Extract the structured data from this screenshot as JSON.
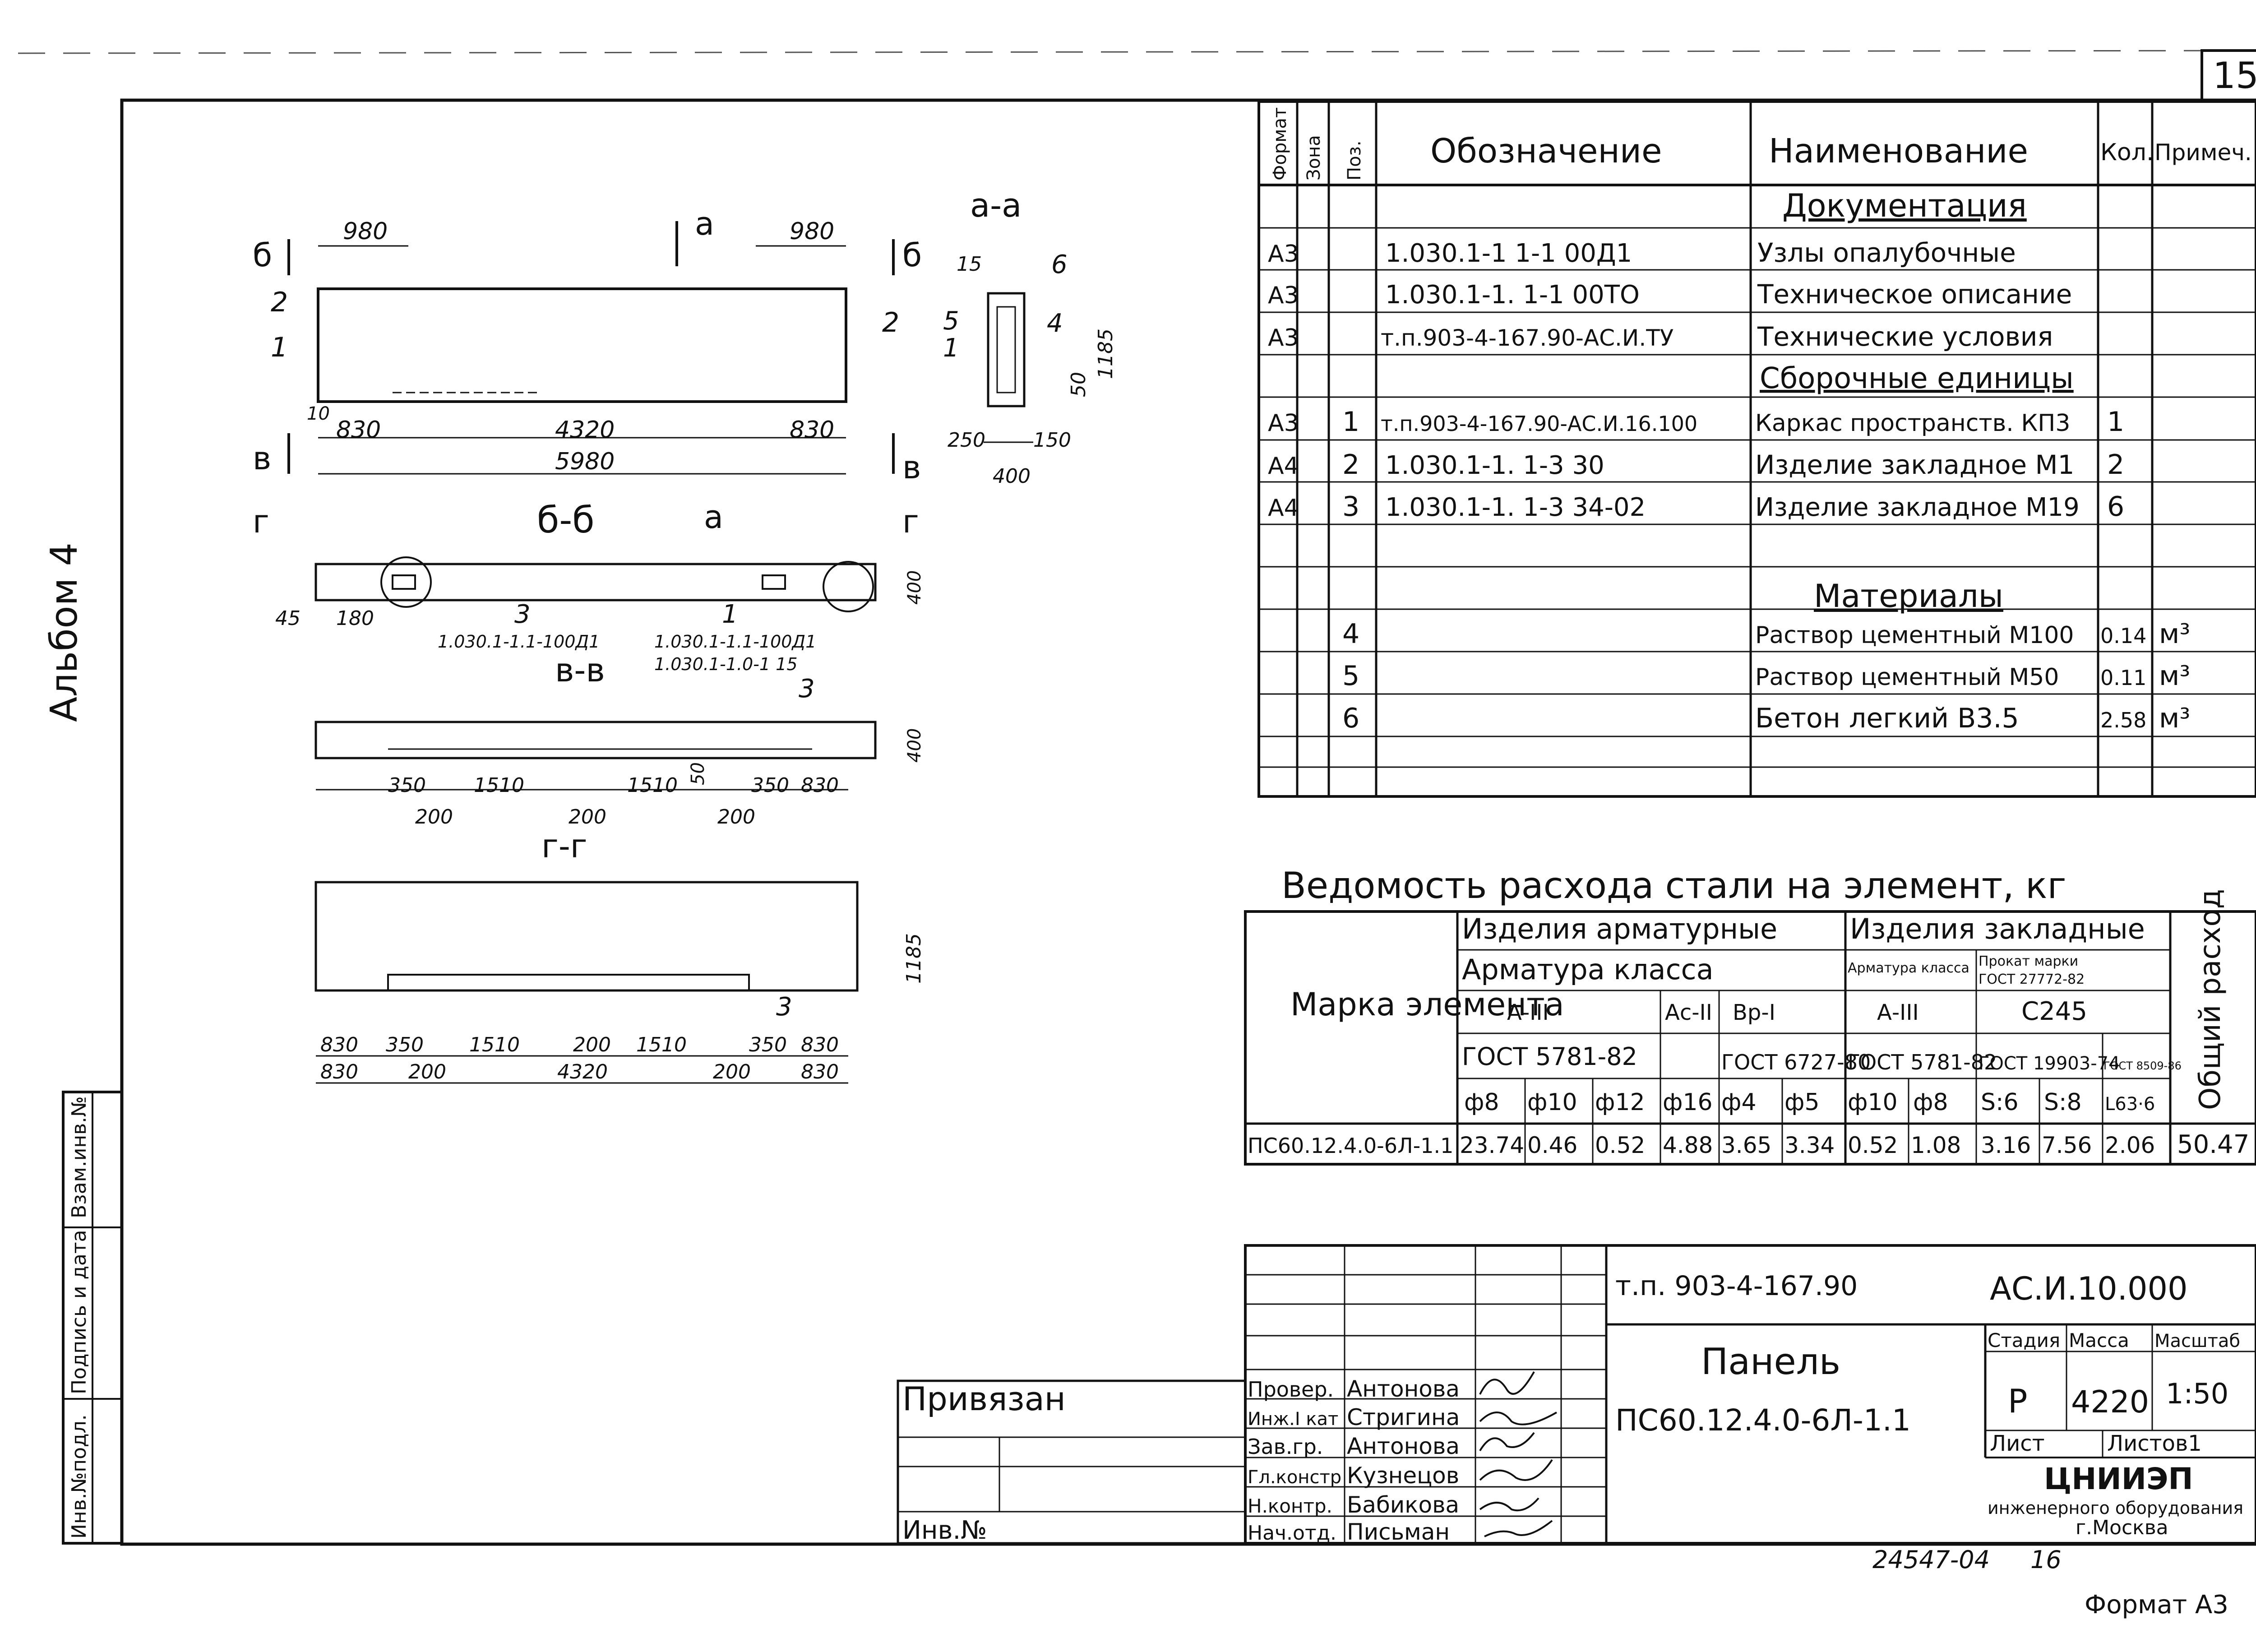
{
  "sheet": {
    "sheet_number": "15",
    "album": "Альбом 4",
    "format_label": "Формат А3",
    "archive_number": "24547-04",
    "archive_page": "16"
  },
  "drawings": {
    "section_aa": "а-а",
    "section_bb": "б-б",
    "section_vv": "в-в",
    "section_gg": "г-г",
    "cut_letter_a": "а",
    "cut_letter_b": "б",
    "cut_letter_v": "в",
    "cut_letter_g": "г",
    "elevation_dims": {
      "d980": "980",
      "d830": "830",
      "d4320": "4320",
      "d5980": "5980",
      "d10": "10"
    },
    "aa_dims": {
      "d15": "15",
      "d250": "250",
      "d150": "150",
      "d400": "400",
      "d50": "50",
      "d1185": "1185"
    },
    "bb_dims": {
      "d45": "45",
      "d180": "180",
      "d400": "400",
      "ref1": "1.030.1-1.1-100Д1",
      "ref2a": "1.030.1-1.1-100Д1",
      "ref2b": "1.030.1-1.0-1 15"
    },
    "vv_dims": {
      "d350": "350",
      "d1510": "1510",
      "d200": "200",
      "d50": "50",
      "d830": "830",
      "d400": "400"
    },
    "gg_dims": {
      "d830": "830",
      "d350": "350",
      "d1510": "1510",
      "d200": "200",
      "d4320": "4320",
      "d1185": "1185"
    },
    "position_labels": [
      "1",
      "2",
      "3",
      "4",
      "5",
      "6"
    ]
  },
  "spec_table": {
    "headers": {
      "format": "Формат",
      "zone": "Зона",
      "pos": "Поз.",
      "designation": "Обозначение",
      "name": "Наименование",
      "qty": "Кол.",
      "note": "Примеч."
    },
    "section_docs": "Документация",
    "section_units": "Сборочные единицы",
    "section_materials": "Материалы",
    "docs": [
      {
        "format": "А3",
        "designation": "1.030.1-1 1-1 00Д1",
        "name": "Узлы опалубочные"
      },
      {
        "format": "А3",
        "designation": "1.030.1-1. 1-1 00ТО",
        "name": "Техническое описание"
      },
      {
        "format": "А3",
        "designation": "т.п.903-4-167.90-АС.И.ТУ",
        "name": "Технические условия"
      }
    ],
    "units": [
      {
        "format": "А3",
        "pos": "1",
        "designation": "т.п.903-4-167.90-АС.И.16.100",
        "name": "Каркас пространств. КП3",
        "qty": "1"
      },
      {
        "format": "А4",
        "pos": "2",
        "designation": "1.030.1-1. 1-3   30",
        "name": "Изделие закладное М1",
        "qty": "2"
      },
      {
        "format": "А4",
        "pos": "3",
        "designation": "1.030.1-1. 1-3  34-02",
        "name": "Изделие закладное М19",
        "qty": "6"
      }
    ],
    "materials": [
      {
        "pos": "4",
        "name": "Раствор цементный М100",
        "qty": "0.14",
        "unit": "м³"
      },
      {
        "pos": "5",
        "name": "Раствор цементный М50",
        "qty": "0.11",
        "unit": "м³"
      },
      {
        "pos": "6",
        "name": "Бетон легкий В3.5",
        "qty": "2.58",
        "unit": "м³"
      }
    ]
  },
  "steel_table": {
    "title": "Ведомость расхода стали на элемент, кг",
    "mark_header": "Марка элемента",
    "group_reinf": "Изделия арматурные",
    "group_embed": "Изделия закладные",
    "reinf_class": "Арматура класса",
    "embed_class": "Арматура класса",
    "embed_rolled": "Прокат марки",
    "embed_gost": "ГОСТ 27772-82",
    "total": "Общий расход",
    "classes": [
      "А-III",
      "Ас-II",
      "Вр-I",
      "А-III",
      "С245"
    ],
    "gosts": [
      "ГОСТ 5781-82",
      "ГОСТ 6727-80",
      "ГОСТ 5781-82",
      "ГОСТ 19903-74",
      "ГОСТ 8509-86"
    ],
    "diameters": [
      "ф8",
      "ф10",
      "ф12",
      "ф16",
      "ф4",
      "ф5",
      "ф10",
      "ф8",
      "S:6",
      "S:8",
      "L63·6"
    ],
    "row": {
      "mark": "ПС60.12.4.0-6Л-1.1",
      "values": [
        "23.74",
        "0.46",
        "0.52",
        "4.88",
        "3.65",
        "3.34",
        "0.52",
        "1.08",
        "3.16",
        "7.56",
        "2.06"
      ],
      "total": "50.47"
    }
  },
  "title_block": {
    "project_code": "т.п. 903-4-167.90",
    "doc_code": "АС.И.10.000",
    "name_line1": "Панель",
    "name_line2": "ПС60.12.4.0-6Л-1.1",
    "stage_h": "Стадия",
    "mass_h": "Масса",
    "scale_h": "Масштаб",
    "stage": "Р",
    "mass": "4220",
    "scale": "1:50",
    "sheet_h": "Лист",
    "sheets_h": "Листов1",
    "org1": "ЦНИИЭП",
    "org2": "инженерного оборудования",
    "org3": "г.Москва",
    "bound": "Привязан",
    "inv": "Инв.№",
    "roles": [
      {
        "role": "Провер.",
        "name": "Антонова"
      },
      {
        "role": "Инж.I кат",
        "name": "Стригина"
      },
      {
        "role": "Зав.гр.",
        "name": "Антонова"
      },
      {
        "role": "Гл.констр",
        "name": "Кузнецов"
      },
      {
        "role": "Н.контр.",
        "name": "Бабикова"
      },
      {
        "role": "Нач.отд.",
        "name": "Письман"
      }
    ]
  },
  "left_stamp": {
    "inv_orig": "Инв.№подл.",
    "sign_date": "Подпись и дата",
    "replace_inv": "Взам.инв.№"
  }
}
